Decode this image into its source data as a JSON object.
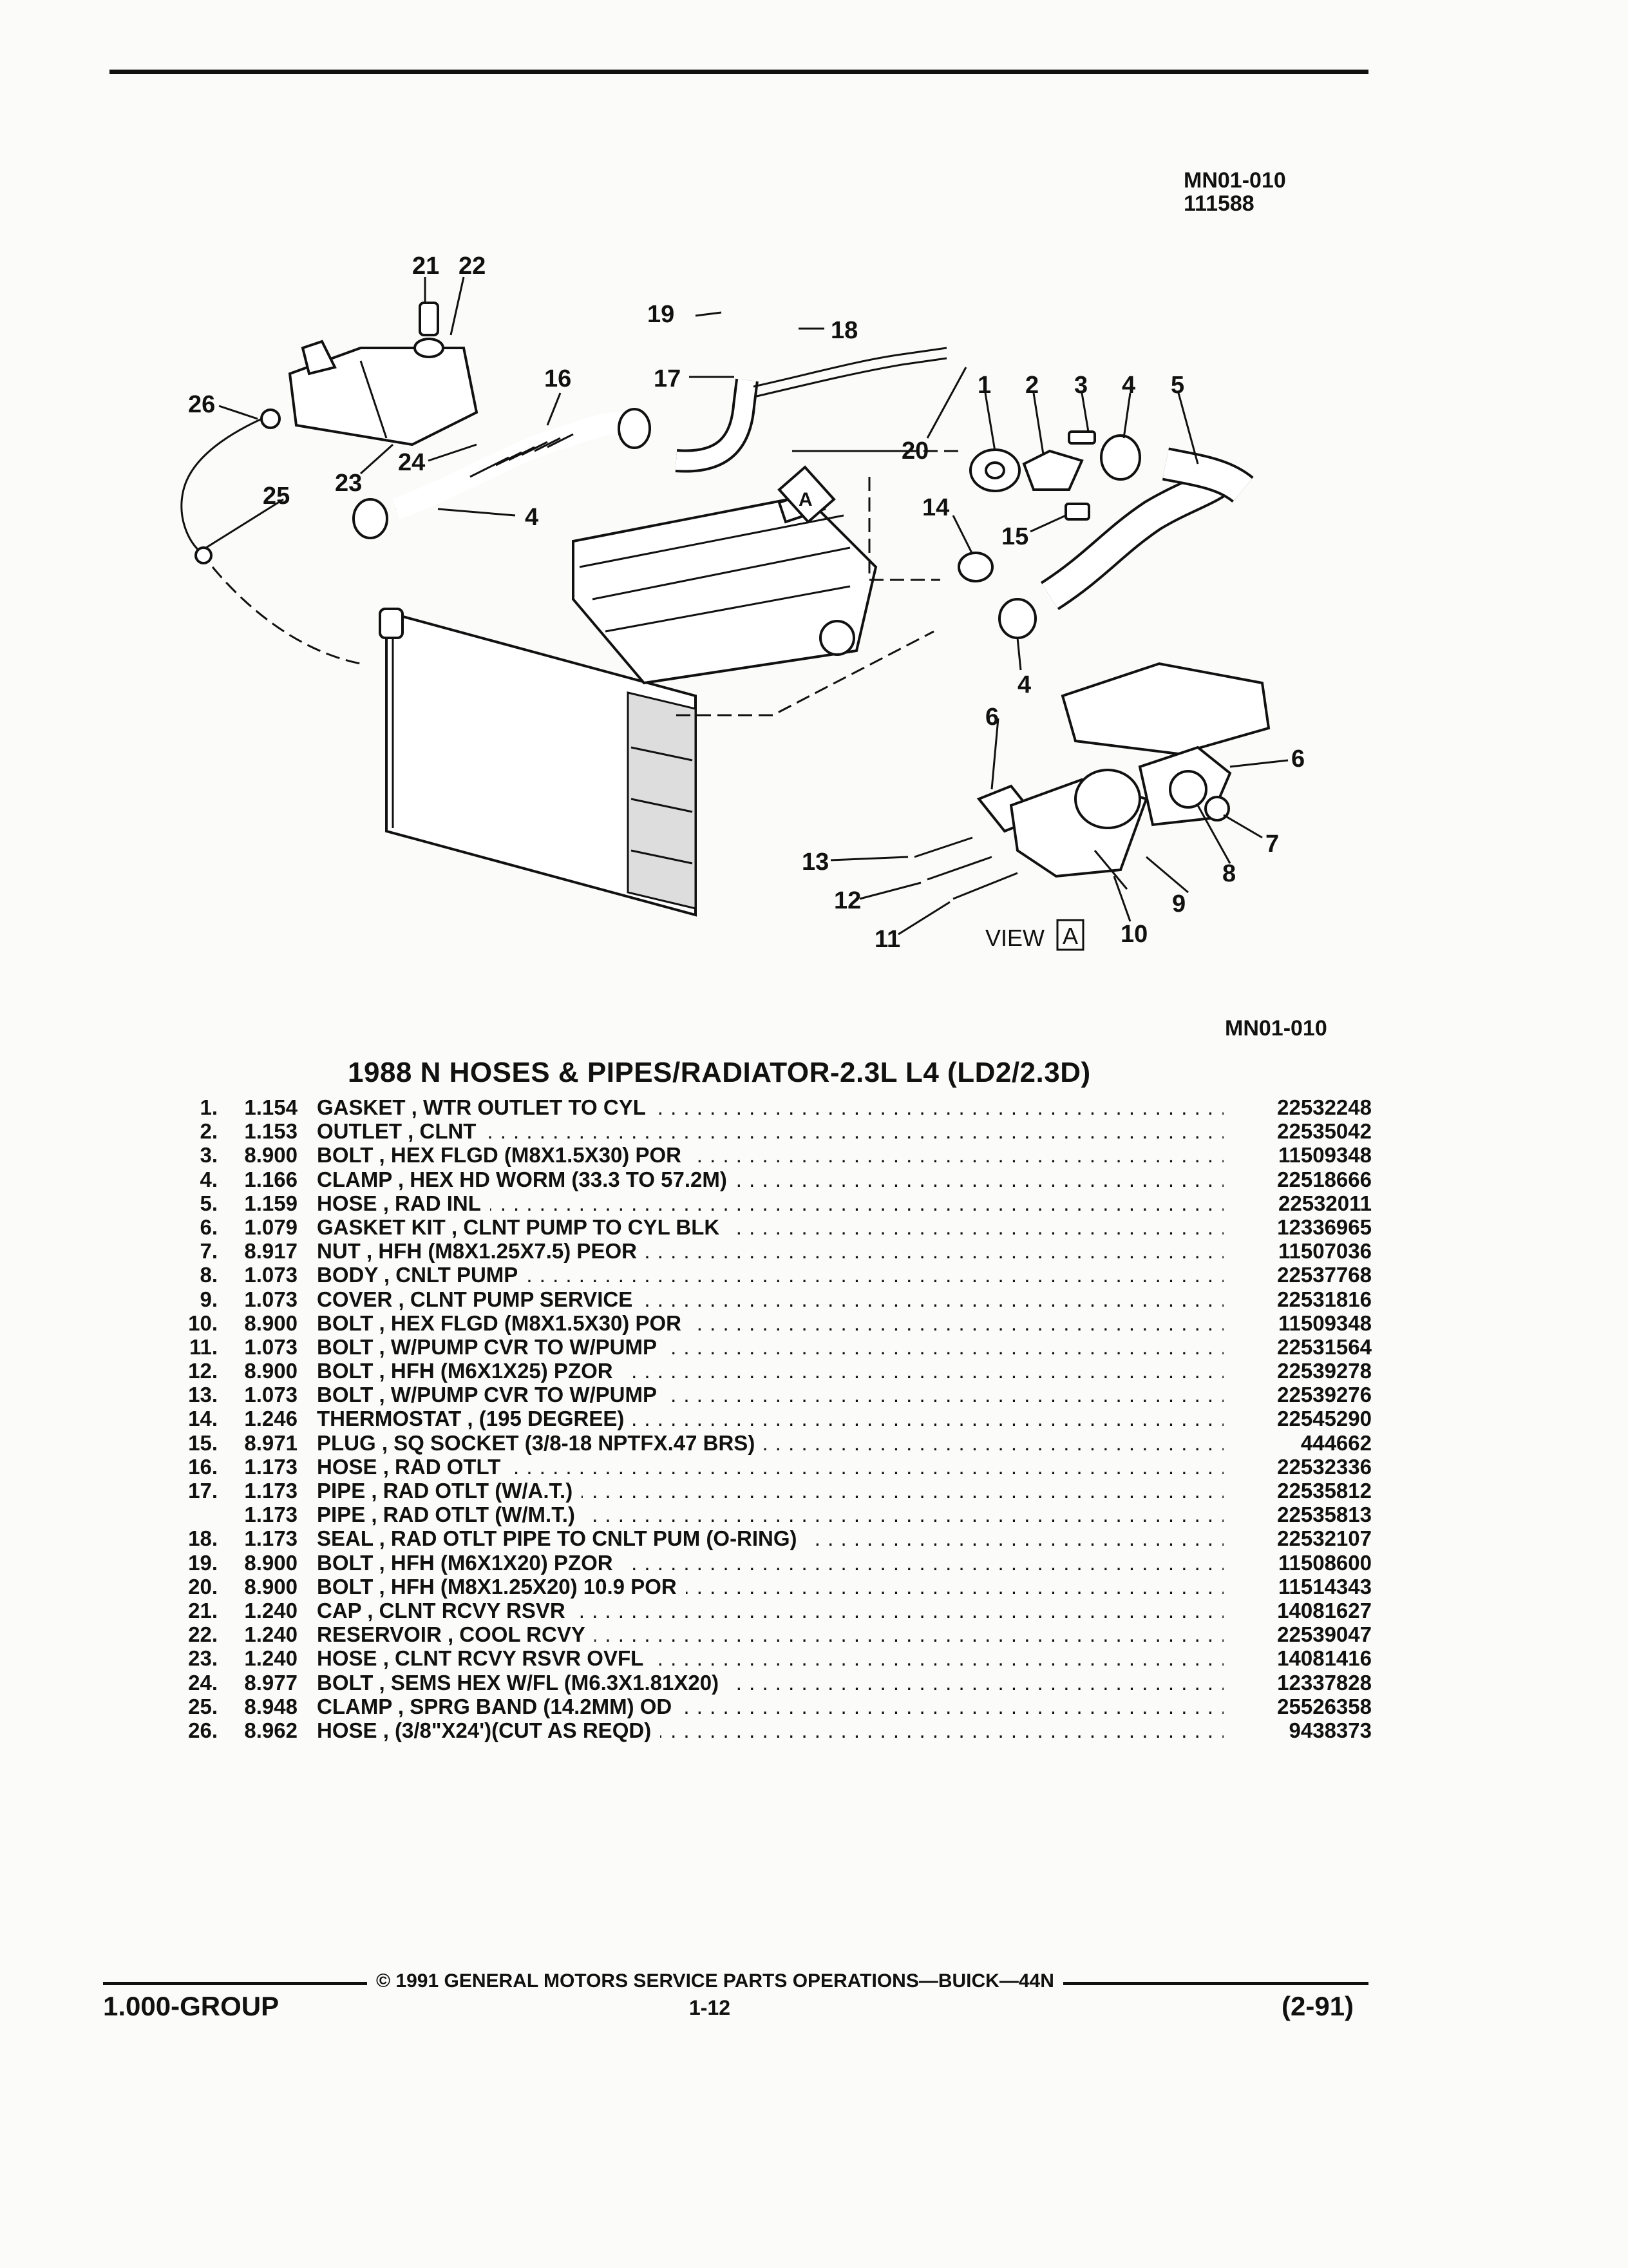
{
  "header": {
    "code": "MN01-010",
    "date_code": "111588"
  },
  "diagram": {
    "caption_code": "MN01-010",
    "callouts": [
      "1",
      "2",
      "3",
      "4",
      "5",
      "6",
      "7",
      "8",
      "9",
      "10",
      "11",
      "12",
      "13",
      "14",
      "15",
      "16",
      "17",
      "18",
      "19",
      "20",
      "21",
      "22",
      "23",
      "24",
      "25",
      "26",
      "4",
      "4",
      "6"
    ],
    "view_label": "VIEW",
    "view_box_letter": "A",
    "engine_arrow_letter": "A"
  },
  "title": "1988 N HOSES & PIPES/RADIATOR-2.3L L4 (LD2/2.3D)",
  "parts": [
    {
      "num": "1.",
      "group": "1.154",
      "desc": "GASKET , WTR OUTLET TO CYL",
      "pn": "22532248"
    },
    {
      "num": "2.",
      "group": "1.153",
      "desc": "OUTLET , CLNT",
      "pn": "22535042"
    },
    {
      "num": "3.",
      "group": "8.900",
      "desc": "BOLT , HEX FLGD (M8X1.5X30) POR",
      "pn": "11509348"
    },
    {
      "num": "4.",
      "group": "1.166",
      "desc": "CLAMP , HEX HD WORM (33.3 TO 57.2M)",
      "pn": "22518666"
    },
    {
      "num": "5.",
      "group": "1.159",
      "desc": "HOSE , RAD INL",
      "pn": "22532011"
    },
    {
      "num": "6.",
      "group": "1.079",
      "desc": "GASKET KIT , CLNT PUMP TO CYL BLK",
      "pn": "12336965"
    },
    {
      "num": "7.",
      "group": "8.917",
      "desc": "NUT , HFH (M8X1.25X7.5) PEOR",
      "pn": "11507036"
    },
    {
      "num": "8.",
      "group": "1.073",
      "desc": "BODY , CNLT PUMP",
      "pn": "22537768"
    },
    {
      "num": "9.",
      "group": "1.073",
      "desc": "COVER , CLNT PUMP SERVICE",
      "pn": "22531816"
    },
    {
      "num": "10.",
      "group": "8.900",
      "desc": "BOLT , HEX FLGD (M8X1.5X30) POR",
      "pn": "11509348"
    },
    {
      "num": "11.",
      "group": "1.073",
      "desc": "BOLT , W/PUMP CVR TO W/PUMP",
      "pn": "22531564"
    },
    {
      "num": "12.",
      "group": "8.900",
      "desc": "BOLT , HFH (M6X1X25) PZOR",
      "pn": "22539278"
    },
    {
      "num": "13.",
      "group": "1.073",
      "desc": "BOLT , W/PUMP CVR TO W/PUMP",
      "pn": "22539276"
    },
    {
      "num": "14.",
      "group": "1.246",
      "desc": "THERMOSTAT , (195 DEGREE)",
      "pn": "22545290"
    },
    {
      "num": "15.",
      "group": "8.971",
      "desc": "PLUG , SQ SOCKET (3/8-18 NPTFX.47 BRS)",
      "pn": "444662"
    },
    {
      "num": "16.",
      "group": "1.173",
      "desc": "HOSE , RAD OTLT",
      "pn": "22532336"
    },
    {
      "num": "17.",
      "group": "1.173",
      "desc": "PIPE , RAD OTLT (W/A.T.)",
      "pn": "22535812"
    },
    {
      "num": "",
      "group": "1.173",
      "desc": "PIPE , RAD OTLT (W/M.T.)",
      "pn": "22535813"
    },
    {
      "num": "18.",
      "group": "1.173",
      "desc": "SEAL , RAD OTLT PIPE TO CNLT PUM (O-RING)",
      "pn": "22532107"
    },
    {
      "num": "19.",
      "group": "8.900",
      "desc": "BOLT , HFH (M6X1X20) PZOR",
      "pn": "11508600"
    },
    {
      "num": "20.",
      "group": "8.900",
      "desc": "BOLT , HFH (M8X1.25X20) 10.9 POR",
      "pn": "11514343"
    },
    {
      "num": "21.",
      "group": "1.240",
      "desc": "CAP , CLNT RCVY RSVR",
      "pn": "14081627"
    },
    {
      "num": "22.",
      "group": "1.240",
      "desc": "RESERVOIR , COOL RCVY",
      "pn": "22539047"
    },
    {
      "num": "23.",
      "group": "1.240",
      "desc": "HOSE , CLNT RCVY RSVR OVFL",
      "pn": "14081416"
    },
    {
      "num": "24.",
      "group": "8.977",
      "desc": "BOLT , SEMS HEX W/FL (M6.3X1.81X20)",
      "pn": "12337828"
    },
    {
      "num": "25.",
      "group": "8.948",
      "desc": "CLAMP , SPRG BAND (14.2MM) OD",
      "pn": "25526358"
    },
    {
      "num": "26.",
      "group": "8.962",
      "desc": "HOSE , (3/8\"X24')(CUT AS REQD)",
      "pn": "9438373"
    }
  ],
  "footer": {
    "group": "1.000-GROUP",
    "copyright": "© 1991 GENERAL MOTORS SERVICE PARTS OPERATIONS—BUICK—44N",
    "page": "1-12",
    "date": "(2-91)"
  }
}
